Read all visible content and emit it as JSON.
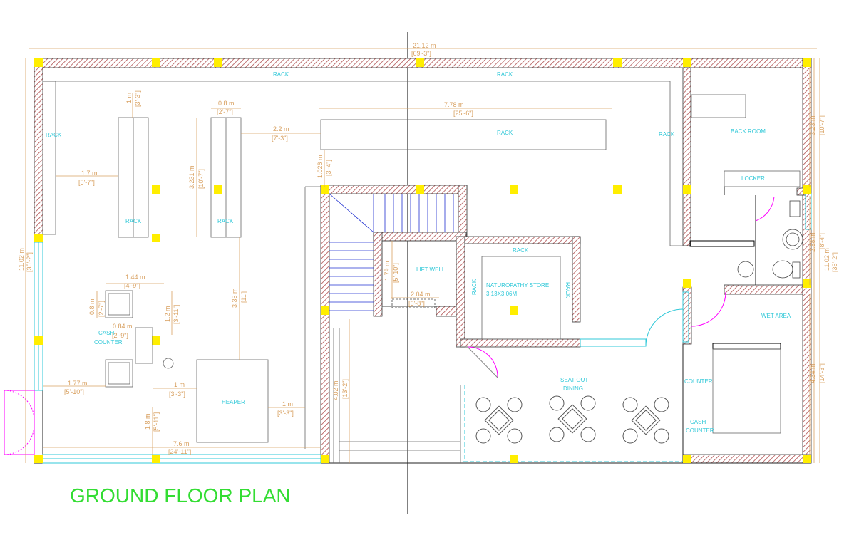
{
  "title": "GROUND FLOOR PLAN",
  "colors": {
    "wall_hatch": "#b05050",
    "column": "#ffee00",
    "dimension": "#d8a060",
    "label": "#30c8d8",
    "title": "#33dd33",
    "door_swing": "#ff00ff",
    "window": "#30c8d8",
    "stair": "#2030d0"
  },
  "labels": {
    "rack_top_left": "RACK",
    "rack_top_right": "RACK",
    "rack_left": "RACK",
    "rack_mid1": "RACK",
    "rack_mid2": "RACK",
    "rack_long": "RACK",
    "rack_right": "RACK",
    "back_room": "BACK ROOM",
    "locker": "LOCKER",
    "lift_well": "LIFT WELL",
    "naturopathy_store": "NATUROPATHY STORE",
    "naturopathy_size": "3.13X3.06M",
    "rack_store_top": "RACK",
    "rack_store_left": "RACK",
    "rack_store_right": "RACK",
    "wet_area": "WET AREA",
    "counter": "COUNTER",
    "cash_counter_1": "CASH",
    "cash_counter_2": "COUNTER",
    "seat_out_1": "SEAT OUT",
    "seat_out_2": "DINING",
    "heaper": "HEAPER",
    "cash_left_1": "CASH",
    "cash_left_2": "COUNTER"
  },
  "dims": {
    "overall_w_m": "21.12 m",
    "overall_w_ft": "[69'-3\"]",
    "overall_h_left_m": "11.02 m",
    "overall_h_left_ft": "[36'-2\"]",
    "overall_h_right_m": "11.02 m",
    "overall_h_right_ft": "[36'-2\"]",
    "d_1m_a": "1 m",
    "d_1m_a_ft": "[3'-3\"]",
    "d_08": "0.8 m",
    "d_08_ft": "[2'-7\"]",
    "d_778": "7.78 m",
    "d_778_ft": "[25'-6\"]",
    "d_22": "2.2 m",
    "d_22_ft": "[7'-3\"]",
    "d_17": "1.7 m",
    "d_17_ft": "[5'-7\"]",
    "d_3231": "3.231 m",
    "d_3231_ft": "[10'-7\"]",
    "d_1026": "1.026 m",
    "d_1026_ft": "[3'-4\"]",
    "d_144": "1.44 m",
    "d_144_ft": "[4'-9\"]",
    "d_08b": "0.8 m",
    "d_08b_ft": "[2'-7\"]",
    "d_084": "0.84 m",
    "d_084_ft": "[2'-9\"]",
    "d_12": "1.2 m",
    "d_12_ft": "[3'-11\"]",
    "d_335": "3.35 m",
    "d_335_ft": "[11']",
    "d_177": "1.77 m",
    "d_177_ft": "[5'-10\"]",
    "d_1m_b": "1 m",
    "d_1m_b_ft": "[3'-3\"]",
    "d_1m_c": "1 m",
    "d_1m_c_ft": "[3'-3\"]",
    "d_18": "1.8 m",
    "d_18_ft": "[5'-11\"]",
    "d_76": "7.6 m",
    "d_76_ft": "[24'-11\"]",
    "d_402": "4.02 m",
    "d_402_ft": "[13'-2\"]",
    "d_179": "1.79 m",
    "d_179_ft": "[5'-10\"]",
    "d_204": "2.04 m",
    "d_204_ft": "[6'-8\"]",
    "d_323": "3.23 m",
    "d_323_ft": "[10'-7\"]",
    "d_258": "2.58 m",
    "d_258_ft": "[8'-4\"]",
    "d_434": "4.34 m",
    "d_434_ft": "[14'-3\"]"
  }
}
